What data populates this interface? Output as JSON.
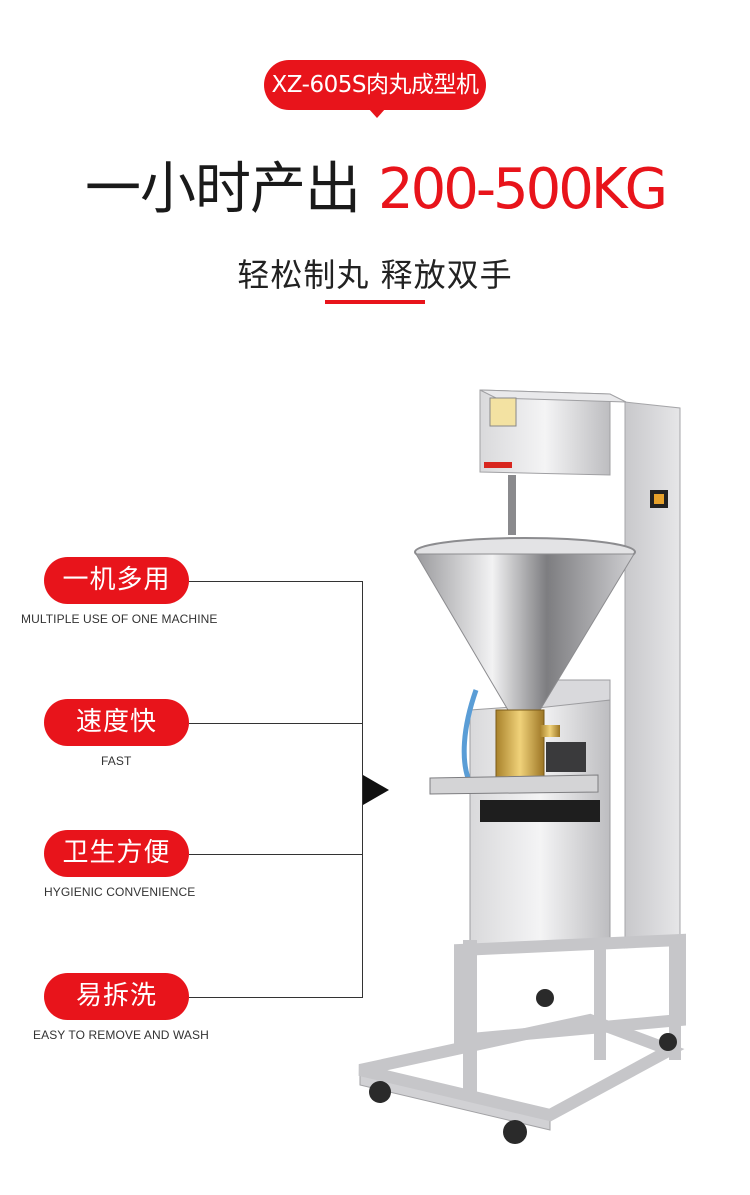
{
  "badge": {
    "label": "XZ-605S肉丸成型机"
  },
  "headline": {
    "prefix": "一小时产出",
    "capacity": "200-500KG"
  },
  "subtitle": "轻松制丸 释放双手",
  "features": [
    {
      "title": "一机多用",
      "caption": "MULTIPLE USE OF ONE MACHINE"
    },
    {
      "title": "速度快",
      "caption": "FAST"
    },
    {
      "title": "卫生方便",
      "caption": "HYGIENIC CONVENIENCE"
    },
    {
      "title": "易拆洗",
      "caption": "EASY TO REMOVE AND WASH"
    }
  ],
  "colors": {
    "accent": "#e8141b",
    "text": "#1a1a1a"
  },
  "icons": [
    "pointer-arrow-icon"
  ]
}
